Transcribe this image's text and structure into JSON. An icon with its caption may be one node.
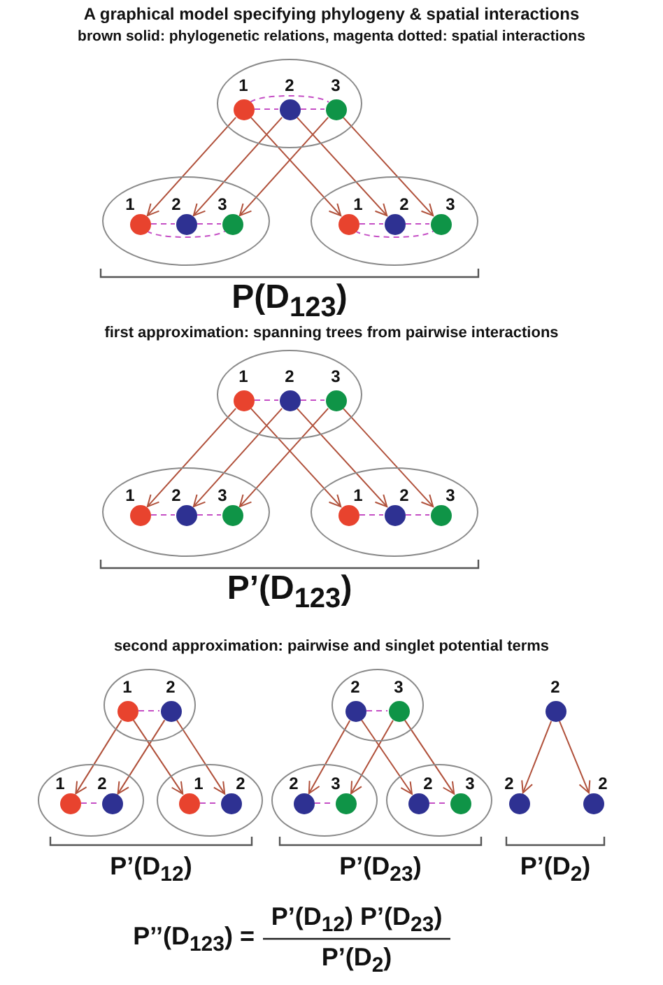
{
  "diagram": {
    "title": "A graphical model specifying phylogeny & spatial interactions",
    "nodes": [
      {
        "text": [],
        "shape": "ellipse"
      },
      {
        "text": [
          "1"
        ],
        "in": 0
      },
      {
        "text": [
          "2"
        ],
        "in": 0
      },
      {
        "text": [
          "3"
        ],
        "in": 0
      },
      {
        "text": [],
        "shape": "ellipse"
      },
      {
        "text": [
          "1"
        ],
        "in": 4
      },
      {
        "text": [
          "2"
        ],
        "in": 4
      },
      {
        "text": [
          "3"
        ],
        "in": 4
      },
      {
        "text": [],
        "shape": "ellipse"
      },
      {
        "text": [
          "1"
        ],
        "in": 8
      },
      {
        "text": [
          "2"
        ],
        "in": 8
      },
      {
        "text": [
          "3"
        ],
        "in": 8
      },
      {
        "text": [],
        "shape": "ellipse"
      },
      {
        "text": [
          "1"
        ],
        "in": 12
      },
      {
        "text": [
          "2"
        ],
        "in": 12
      },
      {
        "text": [
          "3"
        ],
        "in": 12
      },
      {
        "text": [],
        "shape": "ellipse"
      },
      {
        "text": [
          "1"
        ],
        "in": 16
      },
      {
        "text": [
          "2"
        ],
        "in": 16
      },
      {
        "text": [
          "3"
        ],
        "in": 16
      },
      {
        "text": [],
        "shape": "ellipse"
      },
      {
        "text": [
          "1"
        ],
        "in": 20
      },
      {
        "text": [
          "2"
        ],
        "in": 20
      },
      {
        "text": [
          "3"
        ],
        "in": 20
      },
      {
        "text": [],
        "shape": "ellipse"
      },
      {
        "text": [
          "1"
        ],
        "in": 24
      },
      {
        "text": [
          "2"
        ],
        "in": 24
      },
      {
        "text": [],
        "shape": "ellipse"
      },
      {
        "text": [
          "1"
        ],
        "in": 27
      },
      {
        "text": [
          "2"
        ],
        "in": 27
      },
      {
        "text": [],
        "shape": "ellipse"
      },
      {
        "text": [
          "1"
        ],
        "in": 30
      },
      {
        "text": [
          "2"
        ],
        "in": 30
      },
      {
        "text": [],
        "shape": "ellipse"
      },
      {
        "text": [
          "2"
        ],
        "in": 33
      },
      {
        "text": [
          "3"
        ],
        "in": 33
      },
      {
        "text": [],
        "shape": "ellipse"
      },
      {
        "text": [
          "2"
        ],
        "in": 36
      },
      {
        "text": [
          "3"
        ],
        "in": 36
      },
      {
        "text": [],
        "shape": "ellipse"
      },
      {
        "text": [
          "2"
        ],
        "in": 39
      },
      {
        "text": [
          "3"
        ],
        "in": 39
      },
      {
        "text": [
          "2"
        ]
      },
      {
        "text": [
          "2"
        ]
      },
      {
        "text": [
          "2"
        ]
      }
    ],
    "edges": [
      {
        "from": 1,
        "to": 2,
        "arrow": "none",
        "style": "dashed",
        "color": "#c54fc5"
      },
      {
        "from": 2,
        "to": 3,
        "arrow": "none",
        "style": "dashed",
        "color": "#c54fc5"
      },
      {
        "from": 1,
        "to": 3,
        "arrow": "none",
        "style": "dashed",
        "color": "#c54fc5"
      },
      {
        "from": 5,
        "to": 6,
        "arrow": "none",
        "style": "dashed",
        "color": "#c54fc5"
      },
      {
        "from": 6,
        "to": 7,
        "arrow": "none",
        "style": "dashed",
        "color": "#c54fc5"
      },
      {
        "from": 5,
        "to": 7,
        "arrow": "none",
        "style": "dashed",
        "color": "#c54fc5"
      },
      {
        "from": 9,
        "to": 10,
        "arrow": "none",
        "style": "dashed",
        "color": "#c54fc5"
      },
      {
        "from": 10,
        "to": 11,
        "arrow": "none",
        "style": "dashed",
        "color": "#c54fc5"
      },
      {
        "from": 9,
        "to": 11,
        "arrow": "none",
        "style": "dashed",
        "color": "#c54fc5"
      },
      {
        "from": 1,
        "to": 5,
        "arrow": "to"
      },
      {
        "from": 1,
        "to": 9,
        "arrow": "to"
      },
      {
        "from": 2,
        "to": 6,
        "arrow": "to"
      },
      {
        "from": 2,
        "to": 10,
        "arrow": "to"
      },
      {
        "from": 3,
        "to": 7,
        "arrow": "to"
      },
      {
        "from": 3,
        "to": 11,
        "arrow": "to"
      },
      {
        "from": 13,
        "to": 14,
        "arrow": "none",
        "style": "dashed",
        "color": "#c54fc5"
      },
      {
        "from": 14,
        "to": 15,
        "arrow": "none",
        "style": "dashed",
        "color": "#c54fc5"
      },
      {
        "from": 17,
        "to": 18,
        "arrow": "none",
        "style": "dashed",
        "color": "#c54fc5"
      },
      {
        "from": 18,
        "to": 19,
        "arrow": "none",
        "style": "dashed",
        "color": "#c54fc5"
      },
      {
        "from": 21,
        "to": 22,
        "arrow": "none",
        "style": "dashed",
        "color": "#c54fc5"
      },
      {
        "from": 22,
        "to": 23,
        "arrow": "none",
        "style": "dashed",
        "color": "#c54fc5"
      },
      {
        "from": 13,
        "to": 17,
        "arrow": "to"
      },
      {
        "from": 13,
        "to": 21,
        "arrow": "to"
      },
      {
        "from": 14,
        "to": 18,
        "arrow": "to"
      },
      {
        "from": 14,
        "to": 22,
        "arrow": "to"
      },
      {
        "from": 15,
        "to": 19,
        "arrow": "to"
      },
      {
        "from": 15,
        "to": 23,
        "arrow": "to"
      },
      {
        "from": 25,
        "to": 26,
        "arrow": "none",
        "style": "dashed",
        "color": "#c54fc5"
      },
      {
        "from": 28,
        "to": 29,
        "arrow": "none",
        "style": "dashed",
        "color": "#c54fc5"
      },
      {
        "from": 31,
        "to": 32,
        "arrow": "none",
        "style": "dashed",
        "color": "#c54fc5"
      },
      {
        "from": 25,
        "to": 28,
        "arrow": "to"
      },
      {
        "from": 25,
        "to": 31,
        "arrow": "to"
      },
      {
        "from": 26,
        "to": 29,
        "arrow": "to"
      },
      {
        "from": 26,
        "to": 32,
        "arrow": "to"
      },
      {
        "from": 34,
        "to": 35,
        "arrow": "none",
        "style": "dashed",
        "color": "#c54fc5"
      },
      {
        "from": 37,
        "to": 38,
        "arrow": "none",
        "style": "dashed",
        "color": "#c54fc5"
      },
      {
        "from": 40,
        "to": 41,
        "arrow": "none",
        "style": "dashed",
        "color": "#c54fc5"
      },
      {
        "from": 34,
        "to": 37,
        "arrow": "to"
      },
      {
        "from": 34,
        "to": 40,
        "arrow": "to"
      },
      {
        "from": 35,
        "to": 38,
        "arrow": "to"
      },
      {
        "from": 35,
        "to": 41,
        "arrow": "to"
      },
      {
        "from": 42,
        "to": 43,
        "arrow": "to"
      },
      {
        "from": 42,
        "to": 44,
        "arrow": "to"
      }
    ],
    "labels": [
      "brown solid: phylogenetic relations, magenta dotted: spatial interactions",
      "P(D$_{123}$)",
      "first approximation: spanning trees from pairwise interactions",
      "P’(D$_{123}$)",
      "second approximation: pairwise and singlet potential terms",
      "P’(D$_{12}$)",
      "P’(D$_{23}$)",
      "P’(D$_{2}$)",
      "P’’(D$_{123}$) =",
      "P’(D$_{12}$)  P’(D$_{23}$)",
      "P’(D$_{2}$)"
    ]
  }
}
